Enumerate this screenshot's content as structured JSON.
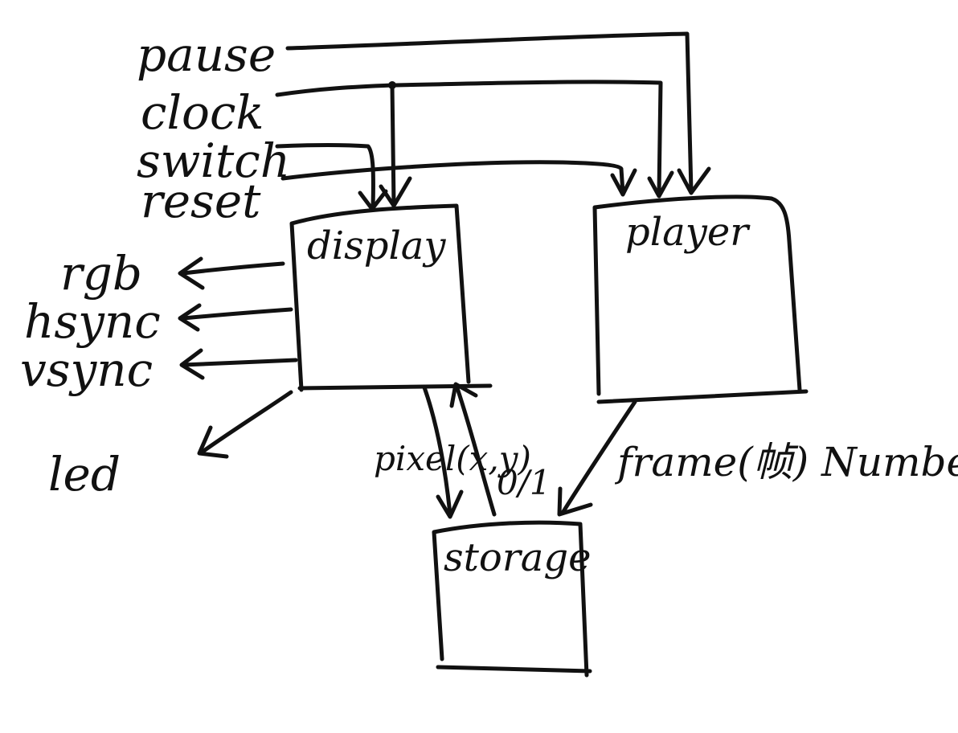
{
  "inputs": {
    "pause": "pause",
    "clock": "clock",
    "switch": "switch",
    "reset": "reset"
  },
  "outputs": {
    "rgb": "rgb",
    "hsync": "hsync",
    "vsync": "vsync",
    "led": "led"
  },
  "modules": {
    "display": "display",
    "player": "player",
    "storage": "storage"
  },
  "signals": {
    "pixel": "pixel(x,y)",
    "bit": "0/1",
    "frame": "frame(帧) Number"
  }
}
